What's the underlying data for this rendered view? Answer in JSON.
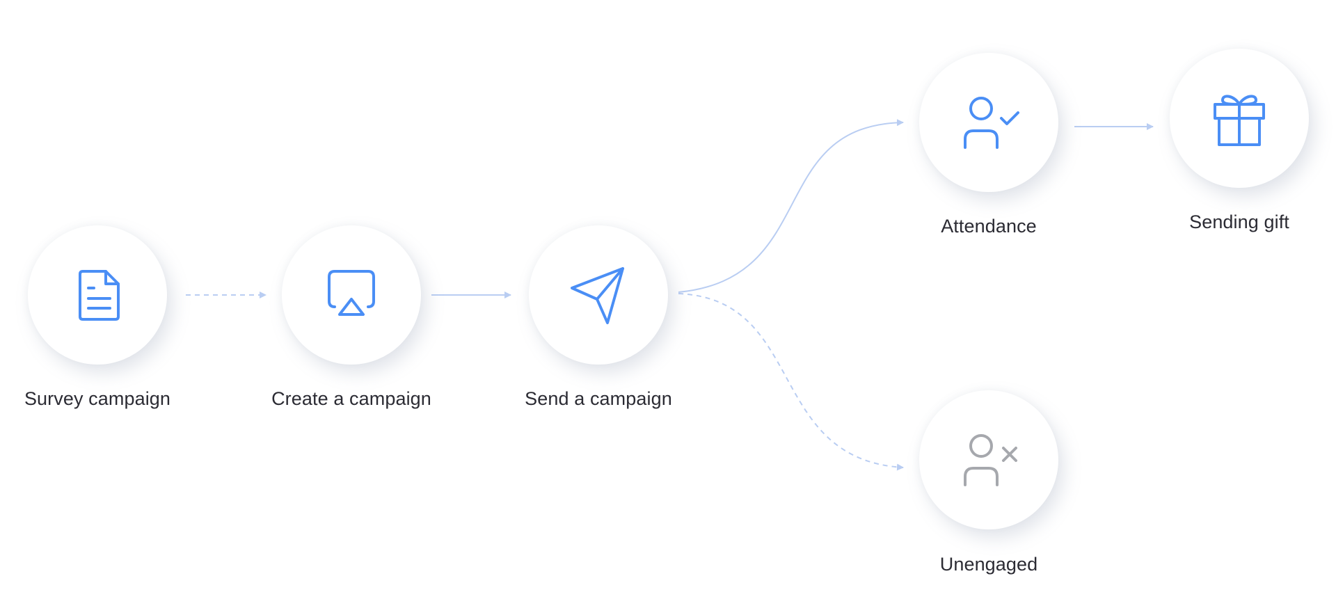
{
  "colors": {
    "accent": "#4a8ef5",
    "connector": "#b9cdf2",
    "inactive_icon": "#a6a8ad",
    "label_text": "#2b2b33",
    "node_background": "#ffffff"
  },
  "nodes": {
    "survey": {
      "label": "Survey campaign",
      "icon": "document-icon"
    },
    "create": {
      "label": "Create a campaign",
      "icon": "airplay-icon"
    },
    "send": {
      "label": "Send a campaign",
      "icon": "paper-plane-icon"
    },
    "attendance": {
      "label": "Attendance",
      "icon": "user-check-icon"
    },
    "gift": {
      "label": "Sending gift",
      "icon": "gift-icon"
    },
    "unengaged": {
      "label": "Unengaged",
      "icon": "user-x-icon"
    }
  },
  "connectors": [
    {
      "from": "survey",
      "to": "create",
      "style": "dashed"
    },
    {
      "from": "create",
      "to": "send",
      "style": "solid"
    },
    {
      "from": "send",
      "to": "attendance",
      "style": "solid"
    },
    {
      "from": "attendance",
      "to": "gift",
      "style": "solid"
    },
    {
      "from": "send",
      "to": "unengaged",
      "style": "dashed"
    }
  ]
}
